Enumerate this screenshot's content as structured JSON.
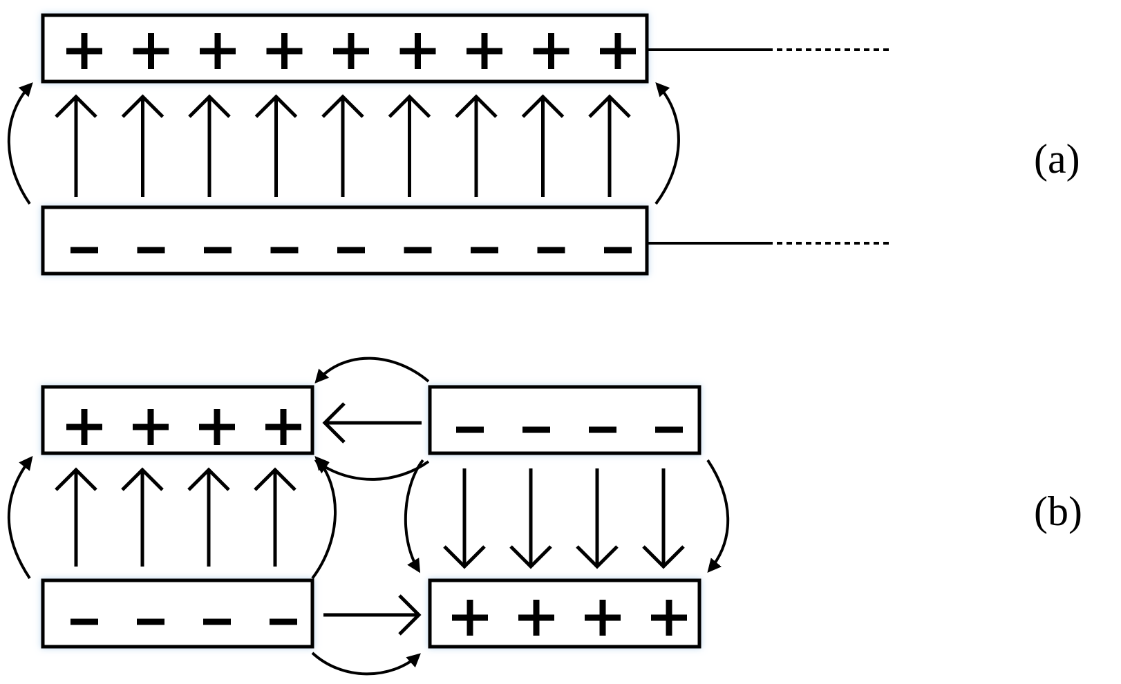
{
  "parts": [
    {
      "id": "a",
      "label": "(a)"
    },
    {
      "id": "b",
      "label": "(b)"
    }
  ],
  "colors": {
    "stroke": "#000000",
    "glow": "#b9d4ee",
    "background": "#ffffff"
  }
}
